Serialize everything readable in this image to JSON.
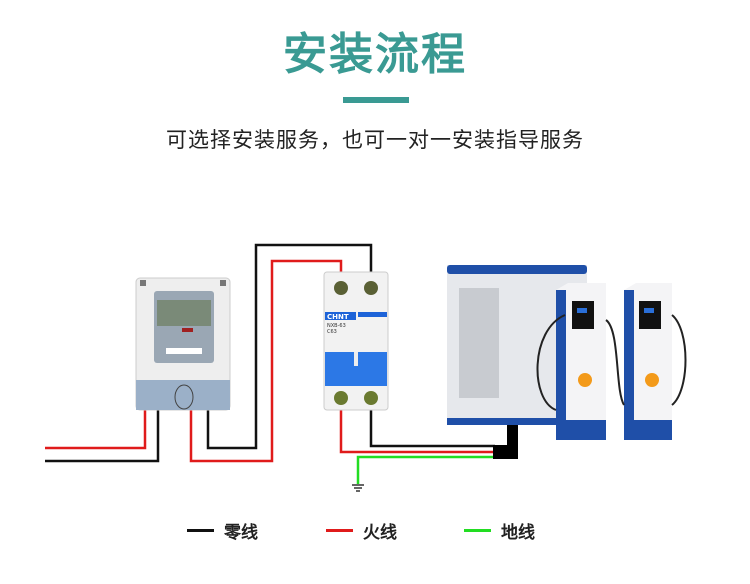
{
  "header": {
    "title": "安装流程",
    "subtitle": "可选择安装服务，也可一对一安装指导服务"
  },
  "breaker": {
    "brand": "CHNT",
    "model": "NXB-63",
    "rating": "C63"
  },
  "legend": [
    {
      "label": "零线",
      "color": "#111111"
    },
    {
      "label": "火线",
      "color": "#e01b1b"
    },
    {
      "label": "地线",
      "color": "#22dd22"
    }
  ],
  "colors": {
    "accent": "#3a9a93",
    "charger_blue": "#1f4fa8"
  }
}
